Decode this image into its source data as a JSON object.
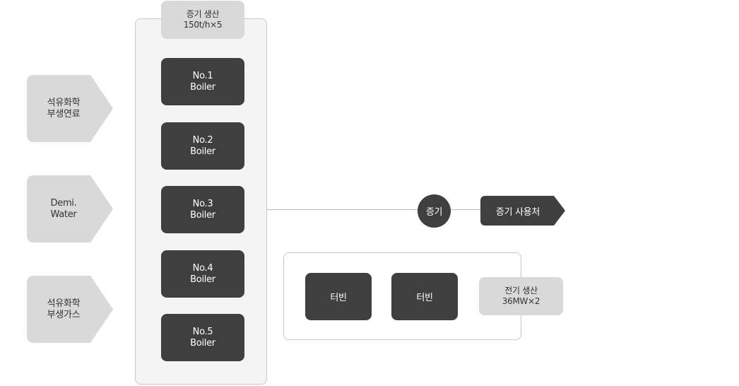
{
  "inputs": [
    {
      "line1": "석유화학",
      "line2": "부생연료"
    },
    {
      "line1": "Demi.",
      "line2": "Water"
    },
    {
      "line1": "석유화학",
      "line2": "부생가스"
    }
  ],
  "steam_production": {
    "line1": "증기 생산",
    "line2": "150t/h×5"
  },
  "boilers": [
    {
      "line1": "No.1",
      "line2": "Boiler"
    },
    {
      "line1": "No.2",
      "line2": "Boiler"
    },
    {
      "line1": "No.3",
      "line2": "Boiler"
    },
    {
      "line1": "No.4",
      "line2": "Boiler"
    },
    {
      "line1": "No.5",
      "line2": "Boiler"
    }
  ],
  "steam_node": "증기",
  "steam_destination": "증기 사용처",
  "turbines": [
    "터빈",
    "터빈"
  ],
  "power_production": {
    "line1": "전기 생산",
    "line2": "36MW×2"
  },
  "colors": {
    "dark_box": "#3f3f3f",
    "light_tag": "#d9d9d9",
    "group_bg": "#f4f4f4",
    "border": "#c8c8c8",
    "connector": "#b9b9b9"
  }
}
